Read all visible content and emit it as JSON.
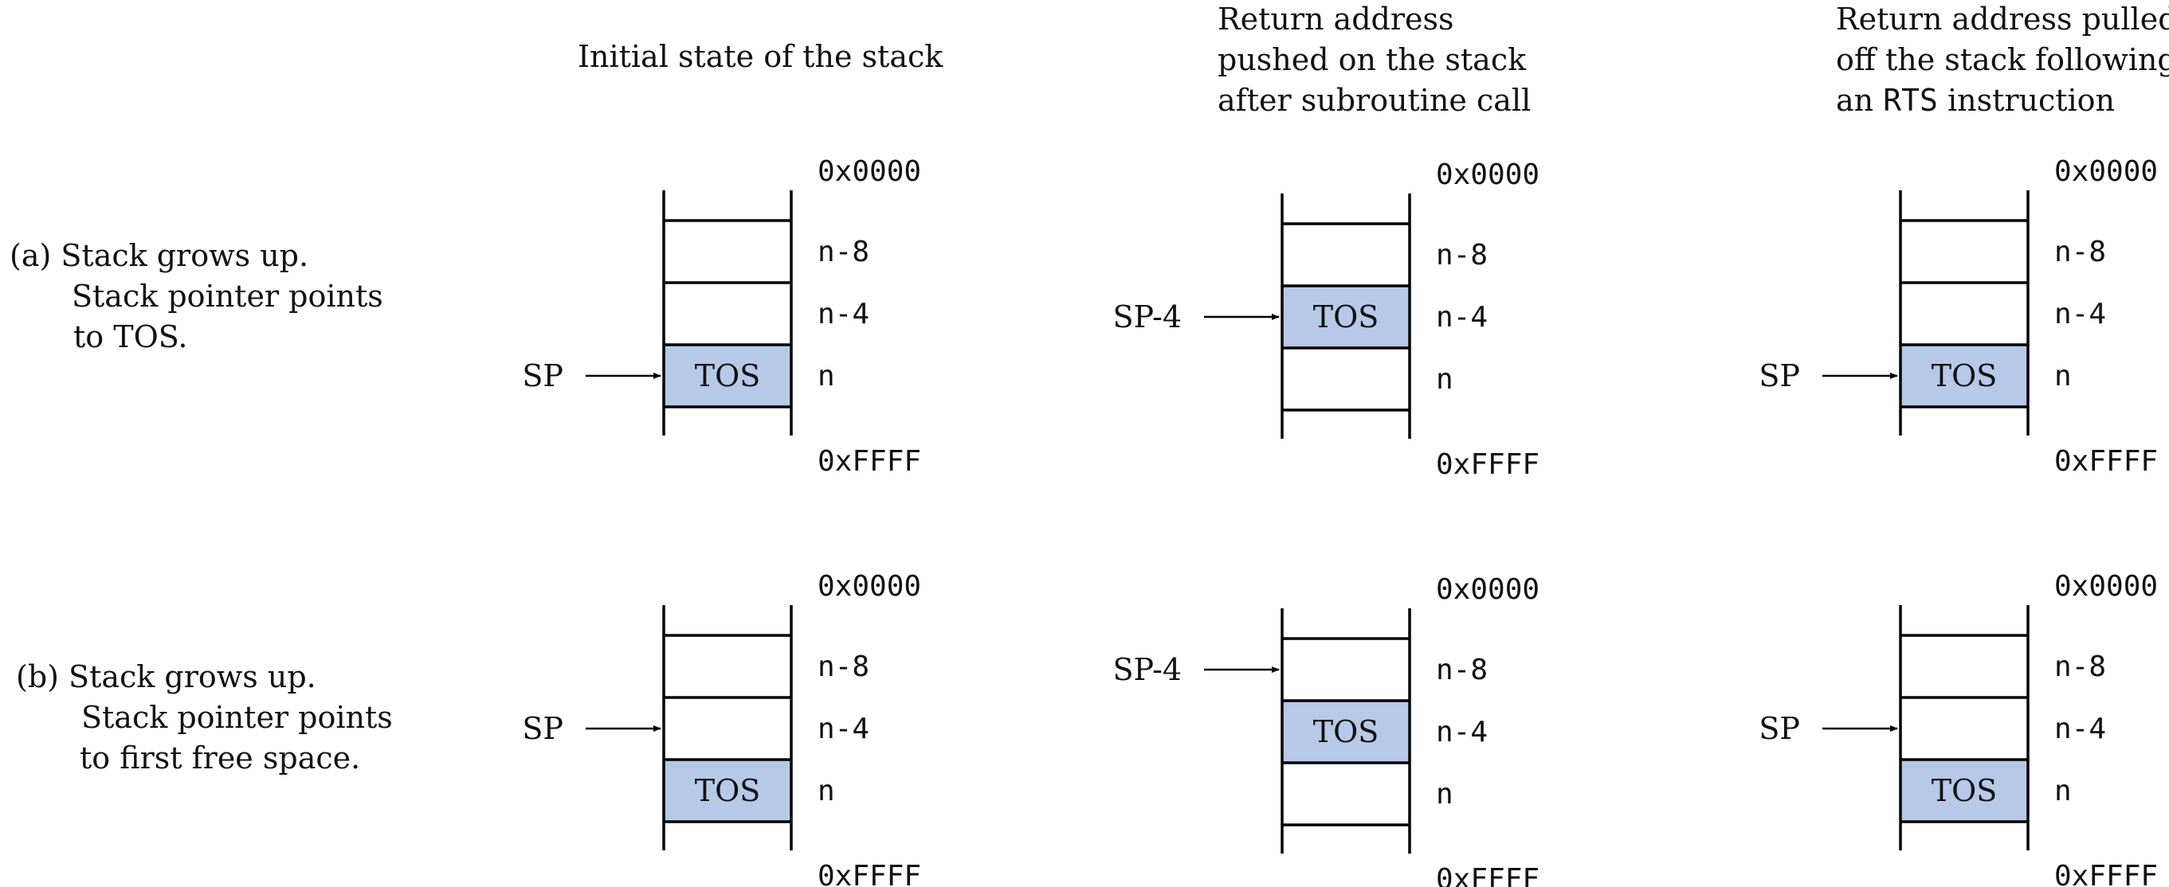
{
  "colors": {
    "tos_fill": "#b7c9e8",
    "line": "#000000",
    "text": "#111111"
  },
  "headers": [
    {
      "lines": [
        [
          {
            "text": "Initial state of the stack",
            "mono": false
          }
        ]
      ]
    },
    {
      "lines": [
        [
          {
            "text": "Return address",
            "mono": false
          }
        ],
        [
          {
            "text": "pushed on the stack",
            "mono": false
          }
        ],
        [
          {
            "text": "after subroutine call",
            "mono": false
          }
        ]
      ]
    },
    {
      "lines": [
        [
          {
            "text": "Return address pulled",
            "mono": false
          }
        ],
        [
          {
            "text": "off the stack following",
            "mono": false
          }
        ],
        [
          {
            "text": "an ",
            "mono": false
          },
          {
            "text": "RTS",
            "mono": true
          },
          {
            "text": " instruction",
            "mono": false
          }
        ]
      ]
    }
  ],
  "rows": [
    {
      "label_lines": [
        "(a)  Stack grows up.",
        "Stack pointer points",
        "to TOS."
      ],
      "panels": [
        {
          "tos_index": 2,
          "pointer_label": "SP",
          "pointer_index": 2,
          "pointer_at": "center"
        },
        {
          "tos_index": 1,
          "pointer_label": "SP-4",
          "pointer_index": 1,
          "pointer_at": "center"
        },
        {
          "tos_index": 2,
          "pointer_label": "SP",
          "pointer_index": 2,
          "pointer_at": "center"
        }
      ]
    },
    {
      "label_lines": [
        "(b)   Stack grows up.",
        "Stack pointer points",
        "to first free space."
      ],
      "panels": [
        {
          "tos_index": 2,
          "pointer_label": "SP",
          "pointer_index": 1,
          "pointer_at": "center"
        },
        {
          "tos_index": 1,
          "pointer_label": "SP-4",
          "pointer_index": 0,
          "pointer_at": "center"
        },
        {
          "tos_index": 2,
          "pointer_label": "SP",
          "pointer_index": 1,
          "pointer_at": "center"
        }
      ]
    }
  ],
  "address_labels": [
    "n-8",
    "n-4",
    "n"
  ],
  "address_top": "0x0000",
  "address_bottom": "0xFFFF",
  "tos_label": "TOS"
}
